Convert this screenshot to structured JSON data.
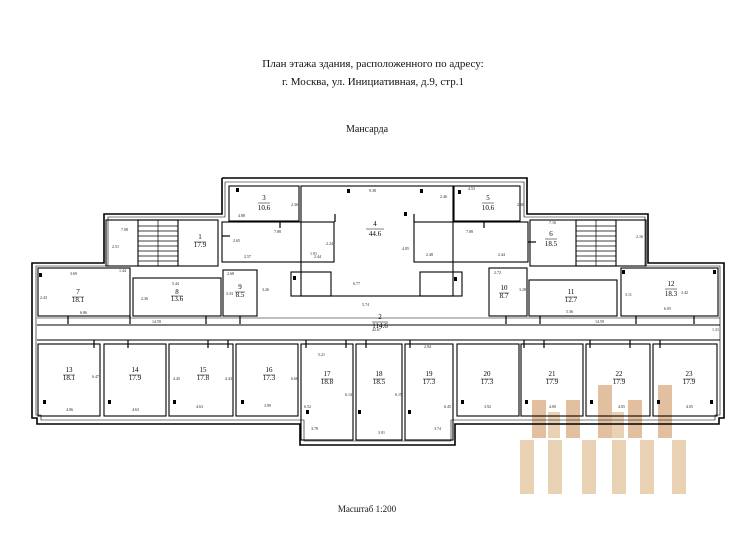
{
  "header": {
    "title_line1": "План этажа здания, расположенного по адресу:",
    "title_line2": "г. Москва, ул. Инициативная, д.9, стр.1",
    "floor_name": "Мансарда",
    "scale": "Масштаб 1:200"
  },
  "rooms": [
    {
      "num": "1",
      "area": "17.9"
    },
    {
      "num": "2",
      "area": "114.6"
    },
    {
      "num": "3",
      "area": "10.6"
    },
    {
      "num": "4",
      "area": "44.6"
    },
    {
      "num": "5",
      "area": "10.6"
    },
    {
      "num": "6",
      "area": "18.5"
    },
    {
      "num": "7",
      "area": "18.1"
    },
    {
      "num": "8",
      "area": "13.6"
    },
    {
      "num": "9",
      "area": "8.5"
    },
    {
      "num": "10",
      "area": "8.7"
    },
    {
      "num": "11",
      "area": "12.7"
    },
    {
      "num": "12",
      "area": "18.3"
    },
    {
      "num": "13",
      "area": "18.1"
    },
    {
      "num": "14",
      "area": "17.9"
    },
    {
      "num": "15",
      "area": "17.8"
    },
    {
      "num": "16",
      "area": "17.3"
    },
    {
      "num": "17",
      "area": "18.8"
    },
    {
      "num": "18",
      "area": "18.5"
    },
    {
      "num": "19",
      "area": "17.3"
    },
    {
      "num": "20",
      "area": "17.3"
    },
    {
      "num": "21",
      "area": "17.9"
    },
    {
      "num": "22",
      "area": "17.9"
    },
    {
      "num": "23",
      "area": "17.9"
    }
  ],
  "dimensions": [
    "4.88",
    "2.36",
    "9.38",
    "2.46",
    "4.53",
    "2.30",
    "7.88",
    "7.88",
    "2.57",
    "2.65",
    "2.24",
    "2.44",
    "4.85",
    "2.48",
    "2.44",
    "7.16",
    "2.16",
    "2.51",
    "7.08",
    "3.69",
    "1.44",
    "5.44",
    "2.36",
    "2.68",
    "3.26",
    "3.33",
    "2.72",
    "3.28",
    "3.42",
    "6.86",
    "5.36",
    "6.05",
    "3.11",
    "2.43",
    "14.59",
    "42.67",
    "14.59",
    "1.31",
    "5.74",
    "6.77",
    "5.21",
    "2.94",
    "6.47",
    "4.45",
    "4.43",
    "6.66",
    "4.06",
    "4.63",
    "4.63",
    "3.99",
    "6.52",
    "6.14",
    "6.15",
    "6.45",
    "3.92",
    "4.00",
    "4.05",
    "4.05",
    "3.78",
    "3.91",
    "3.74",
    "1.91"
  ],
  "watermark_colors": [
    "#d9b48c",
    "#e8cfae"
  ]
}
